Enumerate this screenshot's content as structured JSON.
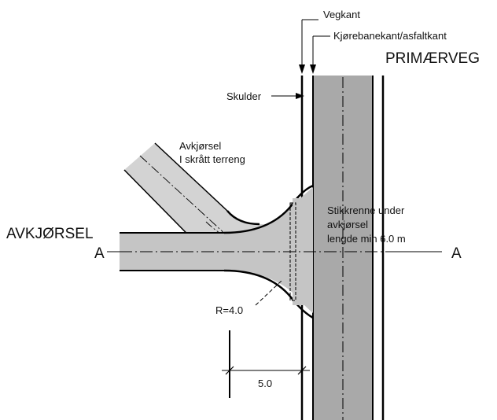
{
  "labels": {
    "vegkant": "Vegkant",
    "kjorebanekant": "Kjørebanekant/asfaltkant",
    "primaerveg": "PRIMÆRVEG",
    "skulder": "Skulder",
    "avkjorsel_skratt_line1": "Avkjørsel",
    "avkjorsel_skratt_line2": "I skrått terreng",
    "avkjorsel": "AVKJØRSEL",
    "section_left": "A",
    "section_right": "A",
    "stikkrenne_line1": "Stikkrenne under",
    "stikkrenne_line2": "avkjørsel",
    "stikkrenne_line3": "lengde min 6.0 m",
    "radius": "R=4.0",
    "dimension": "5.0"
  },
  "colors": {
    "road_fill": "#a9a9a9",
    "access_fill": "#d3d3d3",
    "line": "#000000"
  }
}
